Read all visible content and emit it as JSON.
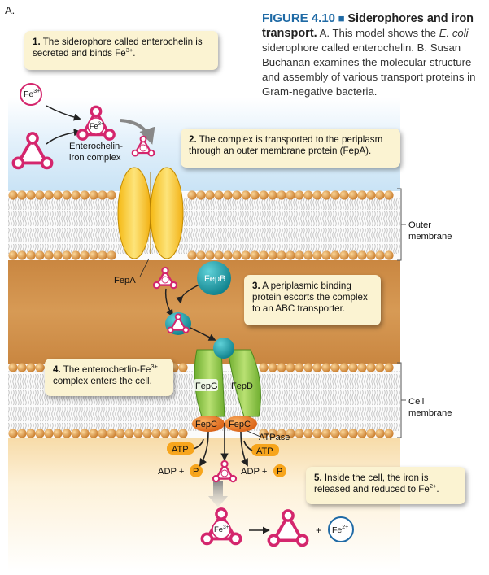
{
  "panel_letter": "A.",
  "caption": {
    "figure_number": "FIGURE 4.10",
    "title": "Siderophores and iron transport.",
    "part_a": "A. This model shows the",
    "organism": "E. coli",
    "part_a_rest": "siderophore called enterochelin.",
    "part_b": "B. Susan Buchanan examines the molecular structure and assembly of various transport proteins in Gram-negative bacteria."
  },
  "callouts": {
    "step1": {
      "num": "1.",
      "text": "The siderophore called enterochelin is secreted and binds Fe",
      "sup": "3+",
      "end": "."
    },
    "step2": {
      "num": "2.",
      "text": "The complex is transported to the periplasm through an outer membrane protein (FepA)."
    },
    "step3": {
      "num": "3.",
      "text": "A periplasmic binding protein escorts the complex to an ABC transporter."
    },
    "step4": {
      "num": "4.",
      "text": "The enterocherlin-Fe",
      "sup": "3+",
      "end": " complex enters the cell."
    },
    "step5": {
      "num": "5.",
      "text": "Inside the cell, the iron is released and reduced to Fe",
      "sup": "2+",
      "end": "."
    }
  },
  "labels": {
    "fe3": "Fe",
    "fe3_sup": "3+",
    "fe2_sup": "2+",
    "complex_line1": "Enterochelin-",
    "complex_line2": "iron complex",
    "fepa": "FepA",
    "fepb": "FepB",
    "fepg": "FepG",
    "fepd": "FepD",
    "fepc": "FepC",
    "atpase": "ATPase",
    "atp": "ATP",
    "adp_plus": "ADP +",
    "p": "P",
    "plus": "+",
    "outer_membrane_1": "Outer",
    "outer_membrane_2": "membrane",
    "cell_membrane_1": "Cell",
    "cell_membrane_2": "membrane"
  },
  "colors": {
    "sky_top": "#dcefff",
    "periplasm": "#c98a42",
    "membrane_head": "#e5a657",
    "membrane_tail": "#f2f2f2",
    "cytoplasm": "#fdf3dc",
    "siderophore": "#d4266d",
    "fepa": "#f4c61c",
    "fepb": "#1aa6b0",
    "fepgd": "#8cc63f",
    "fepc": "#f07a1e",
    "atp": "#f7a51c",
    "callout_bg": "#fbf3d2",
    "accent": "#1f6aa5"
  },
  "icons": [
    "siderophore-icon",
    "iron-ion-icon",
    "arrow-icon",
    "bracket-icon"
  ]
}
